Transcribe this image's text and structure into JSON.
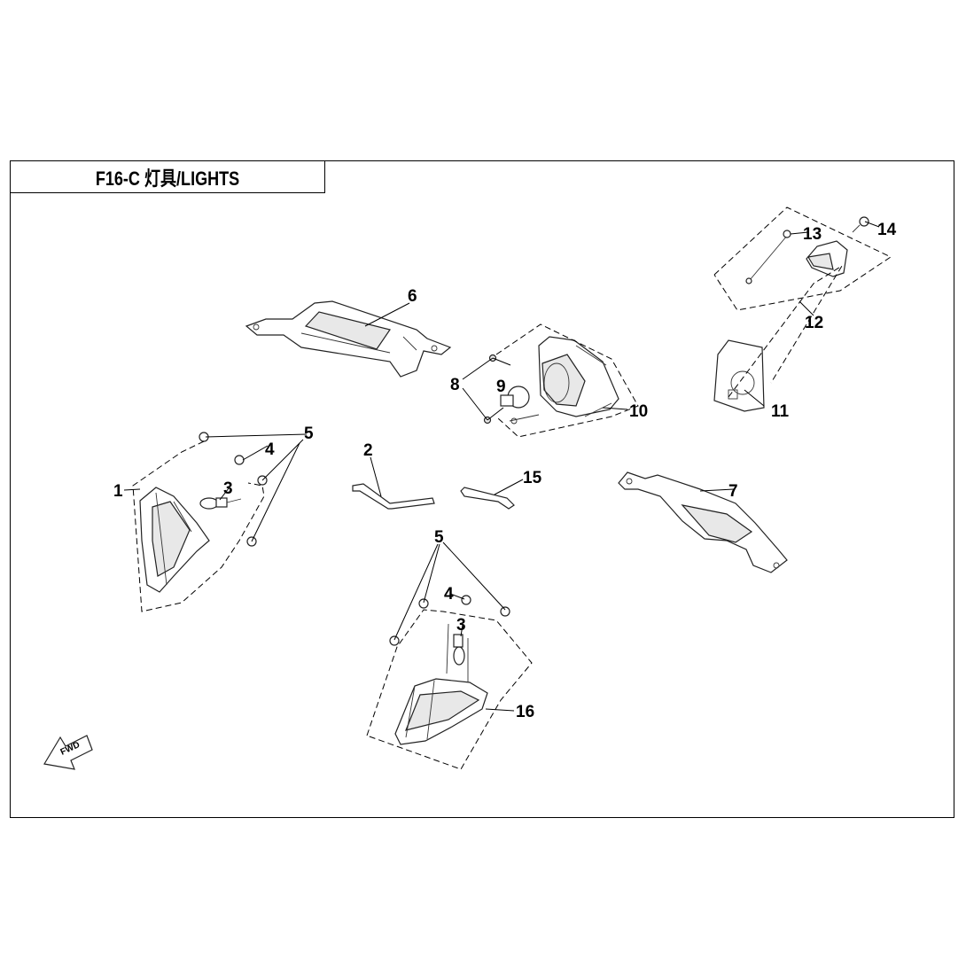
{
  "title": "F16-C  灯具/LIGHTS",
  "fwd_label": "FWD",
  "callouts": {
    "p1": "1",
    "p2": "2",
    "p3a": "3",
    "p3b": "3",
    "p4a": "4",
    "p4b": "4",
    "p5a": "5",
    "p5b": "5",
    "p6": "6",
    "p7": "7",
    "p8": "8",
    "p9": "9",
    "p10": "10",
    "p11": "11",
    "p12": "12",
    "p13": "13",
    "p14": "14",
    "p15": "15",
    "p16": "16"
  }
}
